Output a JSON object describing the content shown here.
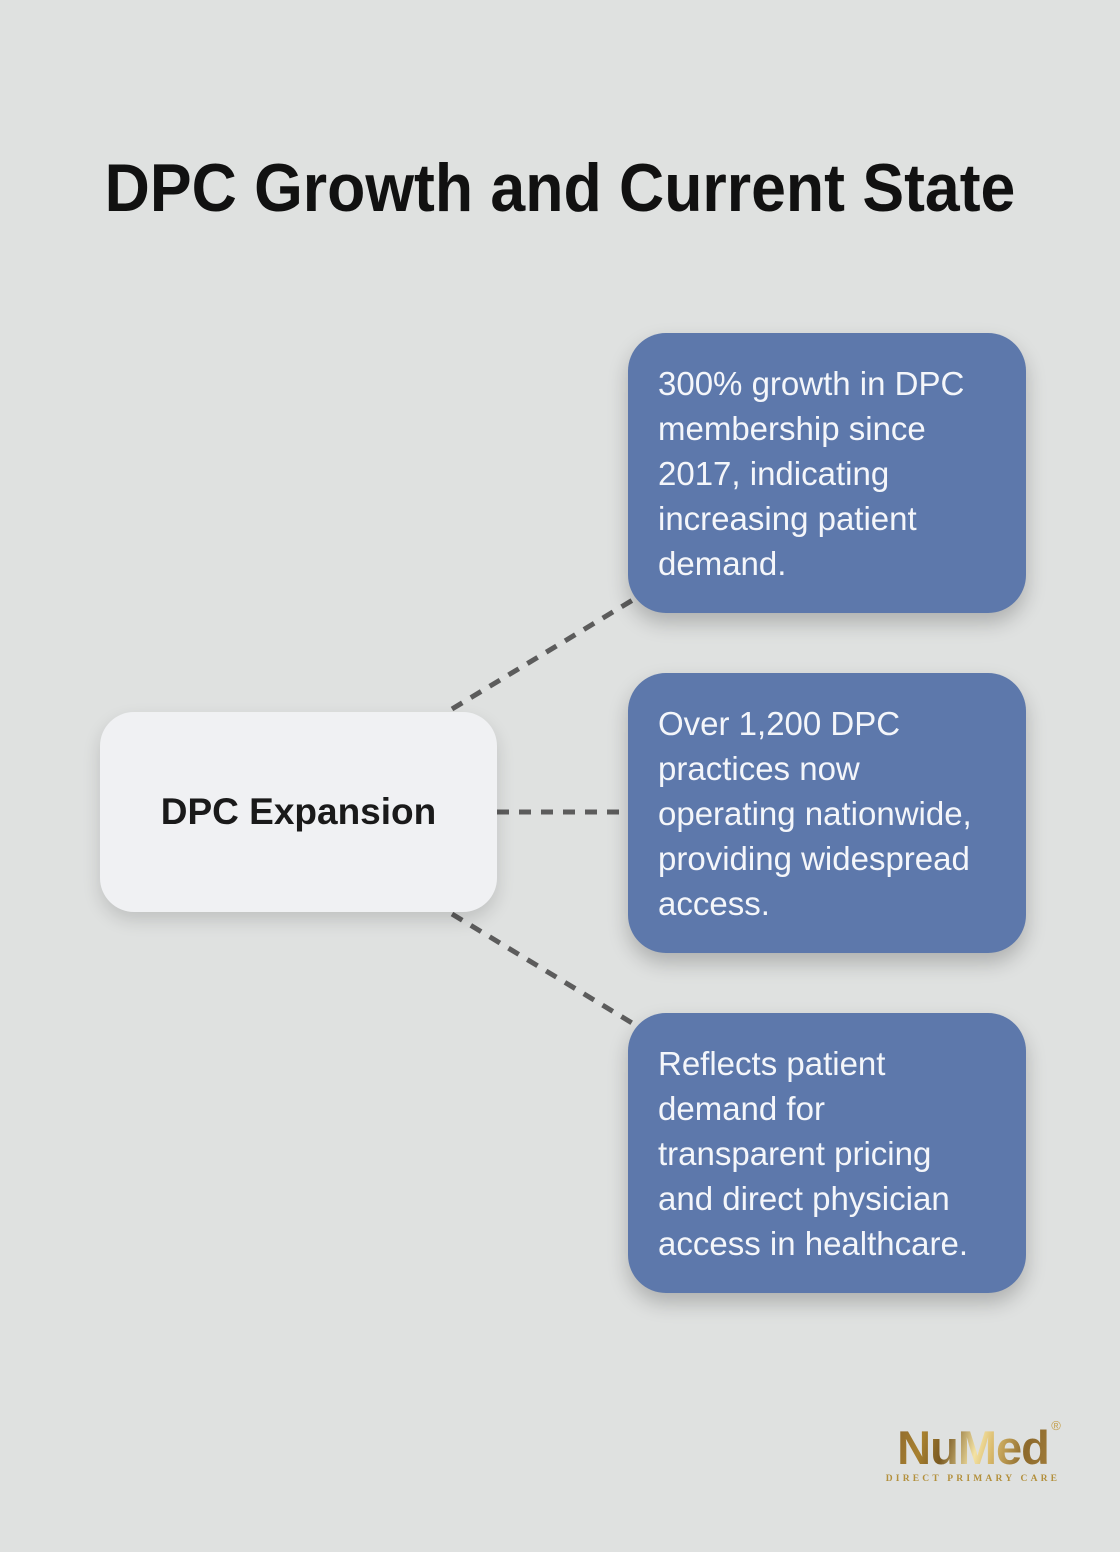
{
  "title": "DPC Growth and Current State",
  "diagram": {
    "center_node": {
      "label": "DPC Expansion"
    },
    "branch_nodes": [
      {
        "lines": [
          "300% growth in DPC",
          "membership since",
          "2017, indicating",
          "increasing patient",
          "demand."
        ]
      },
      {
        "lines": [
          "Over 1,200 DPC",
          "practices now",
          "operating nationwide,",
          "providing widespread",
          "access."
        ]
      },
      {
        "lines": [
          "Reflects patient",
          "demand for",
          "transparent pricing",
          "and direct physician",
          "access in healthcare."
        ]
      }
    ]
  },
  "footer": {
    "logo": {
      "brand": "NuMed",
      "registered_mark": "®",
      "tagline": "DIRECT PRIMARY CARE"
    }
  },
  "colors": {
    "background": "#dfe1e0",
    "branch_node_fill": "#5d78ab",
    "branch_node_text": "#f4f6fa",
    "center_node_fill": "#f0f1f3",
    "center_node_text": "#1a1a1a",
    "connector": "#5c5c5c",
    "title_text": "#111111",
    "logo_gold": "#b3903d"
  }
}
